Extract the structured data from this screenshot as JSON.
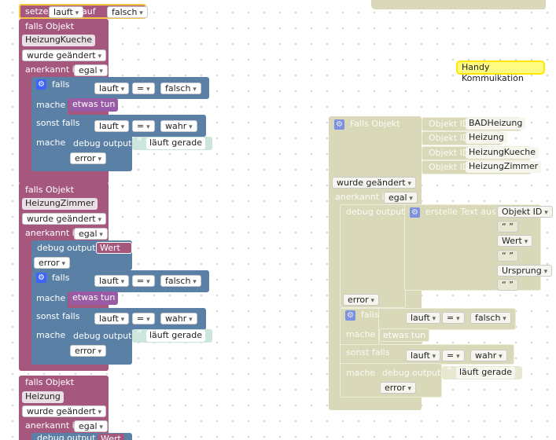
{
  "setze": {
    "label": "setze",
    "var": "lauft",
    "auf": "auf",
    "value": "falsch"
  },
  "triggers": [
    {
      "falls_objekt": "falls Objekt",
      "object": "HeizungKueche",
      "wurde": "wurde geändert",
      "anerkannt": "anerkannt ist",
      "egal": "egal",
      "inner": {
        "falls": "falls",
        "var": "lauft",
        "op": "=",
        "val": "falsch",
        "mache": "mache",
        "etwas": "etwas tun",
        "sonst": "sonst falls",
        "var2": "lauft",
        "op2": "=",
        "val2": "wahr",
        "mache2": "mache",
        "debug": "debug output",
        "quote_l": "“",
        "text": "läuft gerade",
        "quote_r": "”",
        "error": "error"
      }
    },
    {
      "falls_objekt": "falls Objekt",
      "object": "HeizungZimmer",
      "wurde": "wurde geändert",
      "anerkannt": "anerkannt ist",
      "egal": "egal",
      "debug": "debug output",
      "wert": "Wert",
      "error": "error",
      "inner": {
        "falls": "falls",
        "var": "lauft",
        "op": "=",
        "val": "falsch",
        "mache": "mache",
        "etwas": "etwas tun",
        "sonst": "sonst falls",
        "var2": "lauft",
        "op2": "=",
        "val2": "wahr",
        "mache2": "mache",
        "debug": "debug output",
        "quote_l": "“",
        "text": "läuft gerade",
        "quote_r": "”",
        "error": "error"
      }
    },
    {
      "falls_objekt": "falls Objekt",
      "object": "Heizung",
      "wurde": "wurde geändert",
      "anerkannt": "anerkannt ist",
      "egal": "egal",
      "debug": "debug output",
      "wert": "Wert"
    }
  ],
  "comment": "Handy Kommuikation",
  "right": {
    "falls_objekt": "Falls Objekt",
    "objekt_id": "Objekt ID",
    "ids": [
      "BADHeizung",
      "Heizung",
      "HeizungKueche",
      "HeizungZimmer"
    ],
    "wurde": "wurde geändert",
    "anerkannt": "anerkannt ist",
    "egal": "egal",
    "debug": "debug output",
    "erstelle": "erstelle Text aus",
    "parts": [
      "Objekt ID",
      "“ ”",
      "Wert",
      "“ ”",
      "Ursprung",
      "“ ”"
    ],
    "error": "error",
    "inner": {
      "falls": "falls",
      "var": "lauft",
      "op": "=",
      "val": "falsch",
      "mache": "mache",
      "etwas": "etwas tun",
      "sonst": "sonst falls",
      "var2": "lauft",
      "op2": "=",
      "val2": "wahr",
      "mache2": "mache",
      "debug": "debug output",
      "quote_l": "“",
      "text": "läuft gerade",
      "quote_r": "”",
      "error": "error"
    }
  },
  "colors": {
    "trigger": "#a5577d",
    "logic": "#5b80a5",
    "proc": "#995ba5",
    "text": "#5ba58c",
    "faded": "#d9d8b8"
  }
}
